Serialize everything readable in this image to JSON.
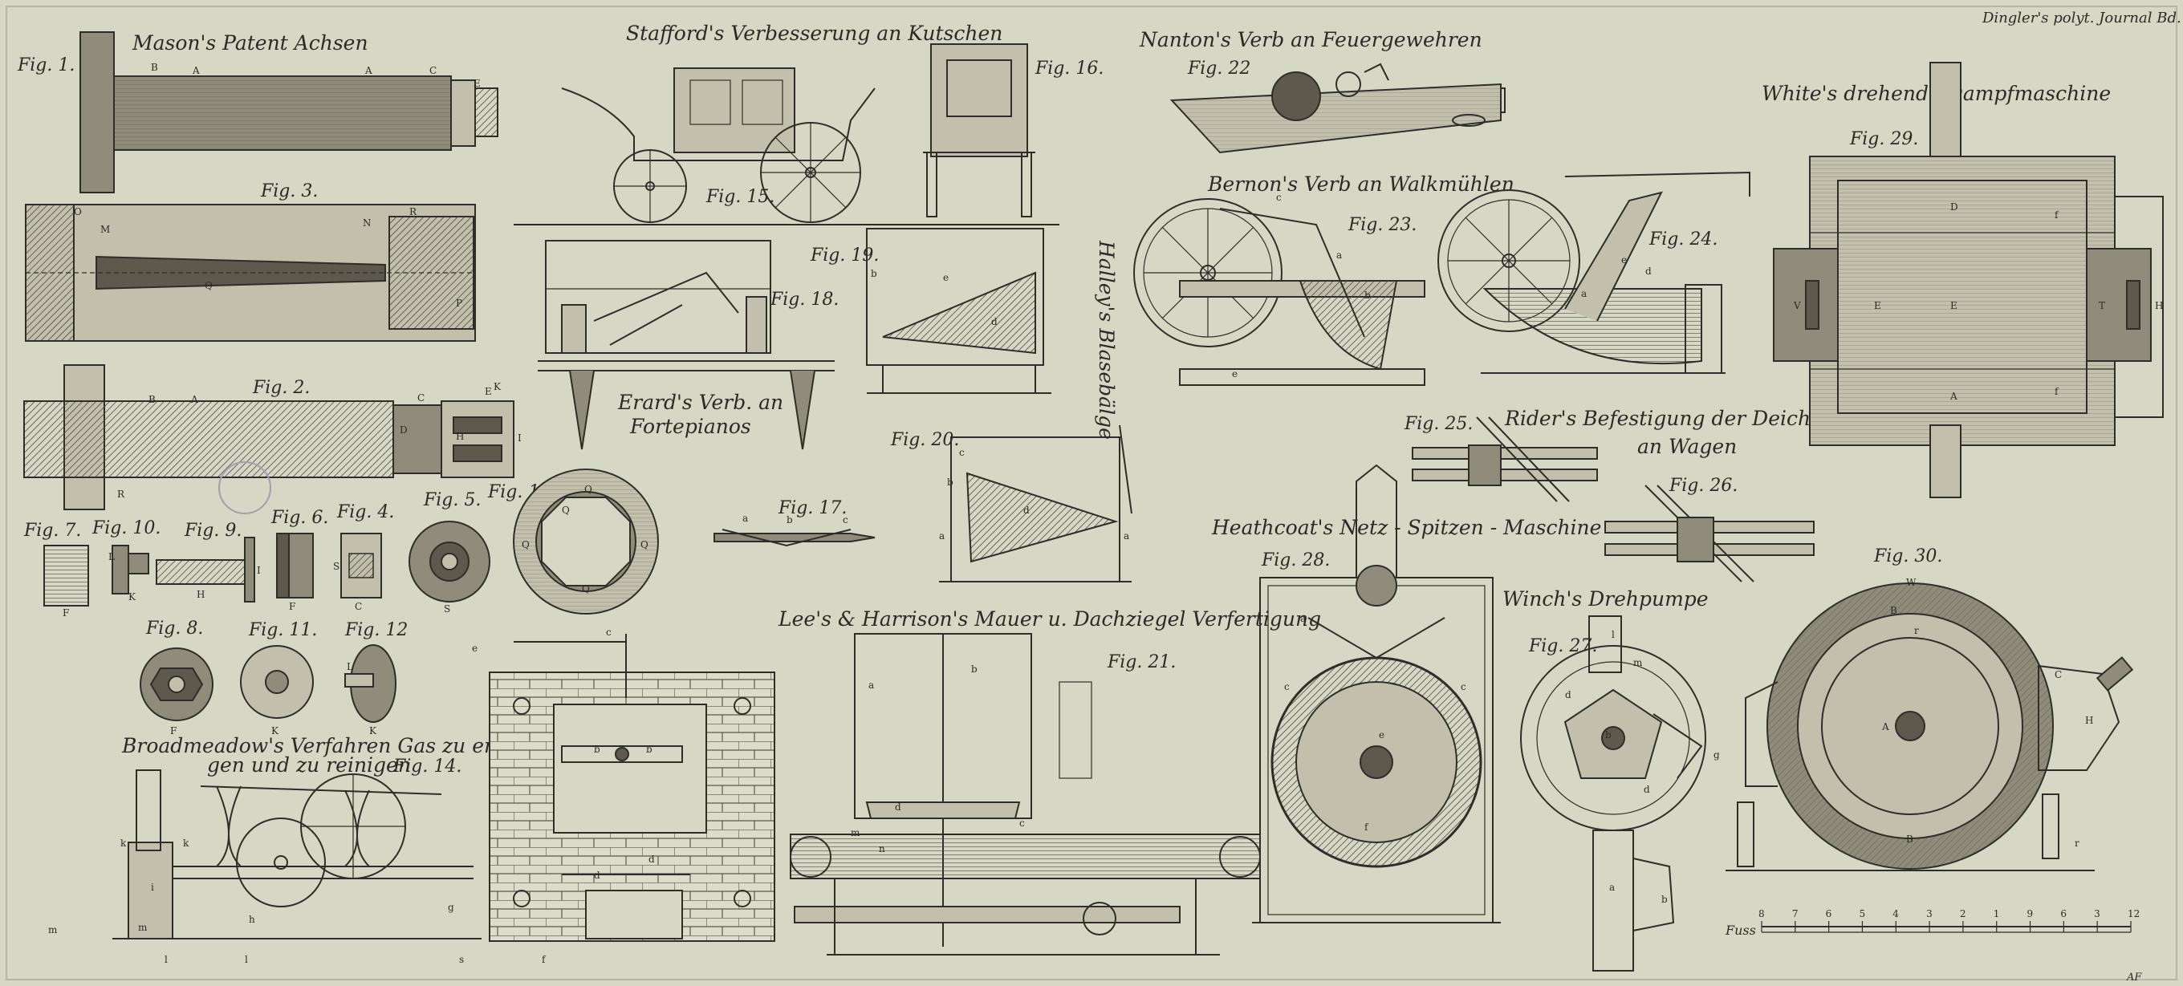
{
  "header": "Dingler's polyt. Journal Bd. XXIII. Tab. IV.",
  "engraver": "AF",
  "colors": {
    "paper": "#d7d7c6",
    "ink": "#2e2d27",
    "shade": "#8f8c7b"
  },
  "titles": {
    "mason": "Mason's Patent Achsen",
    "stafford": "Stafford's Verbesserung an Kutschen",
    "nanton": "Nanton's Verb an Feuergewehren",
    "white": "White's drehende Dampfmaschine",
    "bernon": "Bernon's Verb an Walkmühlen",
    "halley": "Halley's Blasebälge",
    "erard_1": "Erard's Verb. an",
    "erard_2": "Fortepianos",
    "rider_1": "Rider's Befestigung der Deichsel",
    "rider_2": "an Wagen",
    "heathcoat": "Heathcoat's Netz - Spitzen - Maschine",
    "winch": "Winch's Drehpumpe",
    "lees": "Lee's & Harrison's Mauer u. Dachziegel Verfertigung",
    "broadmeadow_1": "Broadmeadow's Verfahren Gas zu erzeu",
    "broadmeadow_2": "gen und zu reinigen"
  },
  "figures": {
    "f1": "Fig. 1.",
    "f2": "Fig. 2.",
    "f3": "Fig. 3.",
    "f4": "Fig. 4.",
    "f5": "Fig. 5.",
    "f6": "Fig. 6.",
    "f7": "Fig. 7.",
    "f8": "Fig. 8.",
    "f9": "Fig. 9.",
    "f10": "Fig. 10.",
    "f11": "Fig. 11.",
    "f12": "Fig. 12",
    "f13": "Fig. 13",
    "f14": "Fig. 14.",
    "f15": "Fig. 15.",
    "f16": "Fig. 16.",
    "f17": "Fig. 17.",
    "f18": "Fig. 18.",
    "f19": "Fig. 19.",
    "f20": "Fig. 20.",
    "f21": "Fig. 21.",
    "f22": "Fig. 22",
    "f23": "Fig. 23.",
    "f24": "Fig. 24.",
    "f25": "Fig. 25.",
    "f26": "Fig. 26.",
    "f27": "Fig. 27.",
    "f28": "Fig. 28.",
    "f29": "Fig. 29.",
    "f30": "Fig. 30."
  },
  "scale": {
    "unit": "Fuss",
    "ticks": [
      "8",
      "7",
      "6",
      "5",
      "4",
      "3",
      "2",
      "1",
      "9",
      "6",
      "3",
      "12"
    ]
  },
  "labels": {
    "B": "B",
    "A": "A",
    "C": "C",
    "E": "E",
    "D": "D",
    "H": "H",
    "I": "I",
    "K": "K",
    "F": "F",
    "S": "S",
    "M": "M",
    "N": "N",
    "O": "O",
    "P": "P",
    "Q": "Q",
    "R": "R",
    "L": "L",
    "T": "T",
    "V": "V",
    "W": "W",
    "a": "a",
    "b": "b",
    "c": "c",
    "d": "d",
    "e": "e",
    "f": "f",
    "g": "g",
    "h": "h",
    "i": "i",
    "k": "k",
    "l": "l",
    "m": "m",
    "n": "n",
    "r": "r",
    "s": "s"
  }
}
